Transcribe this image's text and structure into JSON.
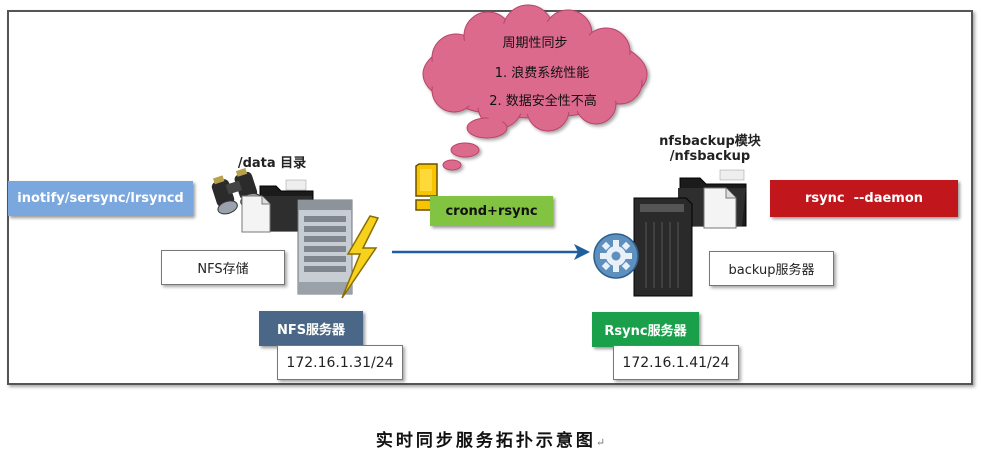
{
  "diagram": {
    "cloud": {
      "title": "周期性同步",
      "line1": "1. 浪费系统性能",
      "line2": "2. 数据安全性不高"
    },
    "left": {
      "tool_label": "inotify/sersync/lrsyncd",
      "folder_label": "/data 目录",
      "storage_label": "NFS存储",
      "server_tag": "NFS服务器",
      "ip": "172.16.1.31/24"
    },
    "middle": {
      "crond_label": "crond+rsync"
    },
    "right": {
      "module_label_line1": "nfsbackup模块",
      "module_label_line2": "/nfsbackup",
      "daemon_label": "rsync  --daemon",
      "backup_label": "backup服务器",
      "server_tag": "Rsync服务器",
      "ip": "172.16.1.41/24"
    },
    "caption": "实时同步服务拓扑示意图",
    "caption_mark": "↵",
    "colors": {
      "blue_tag": "#7aa7de",
      "green_tag": "#82c341",
      "red_tag": "#c0161c",
      "nfs_tag": "#4a6787",
      "rsync_tag": "#1aa04a",
      "cloud": "#db6a8d",
      "arrow": "#1f5f9e"
    }
  }
}
